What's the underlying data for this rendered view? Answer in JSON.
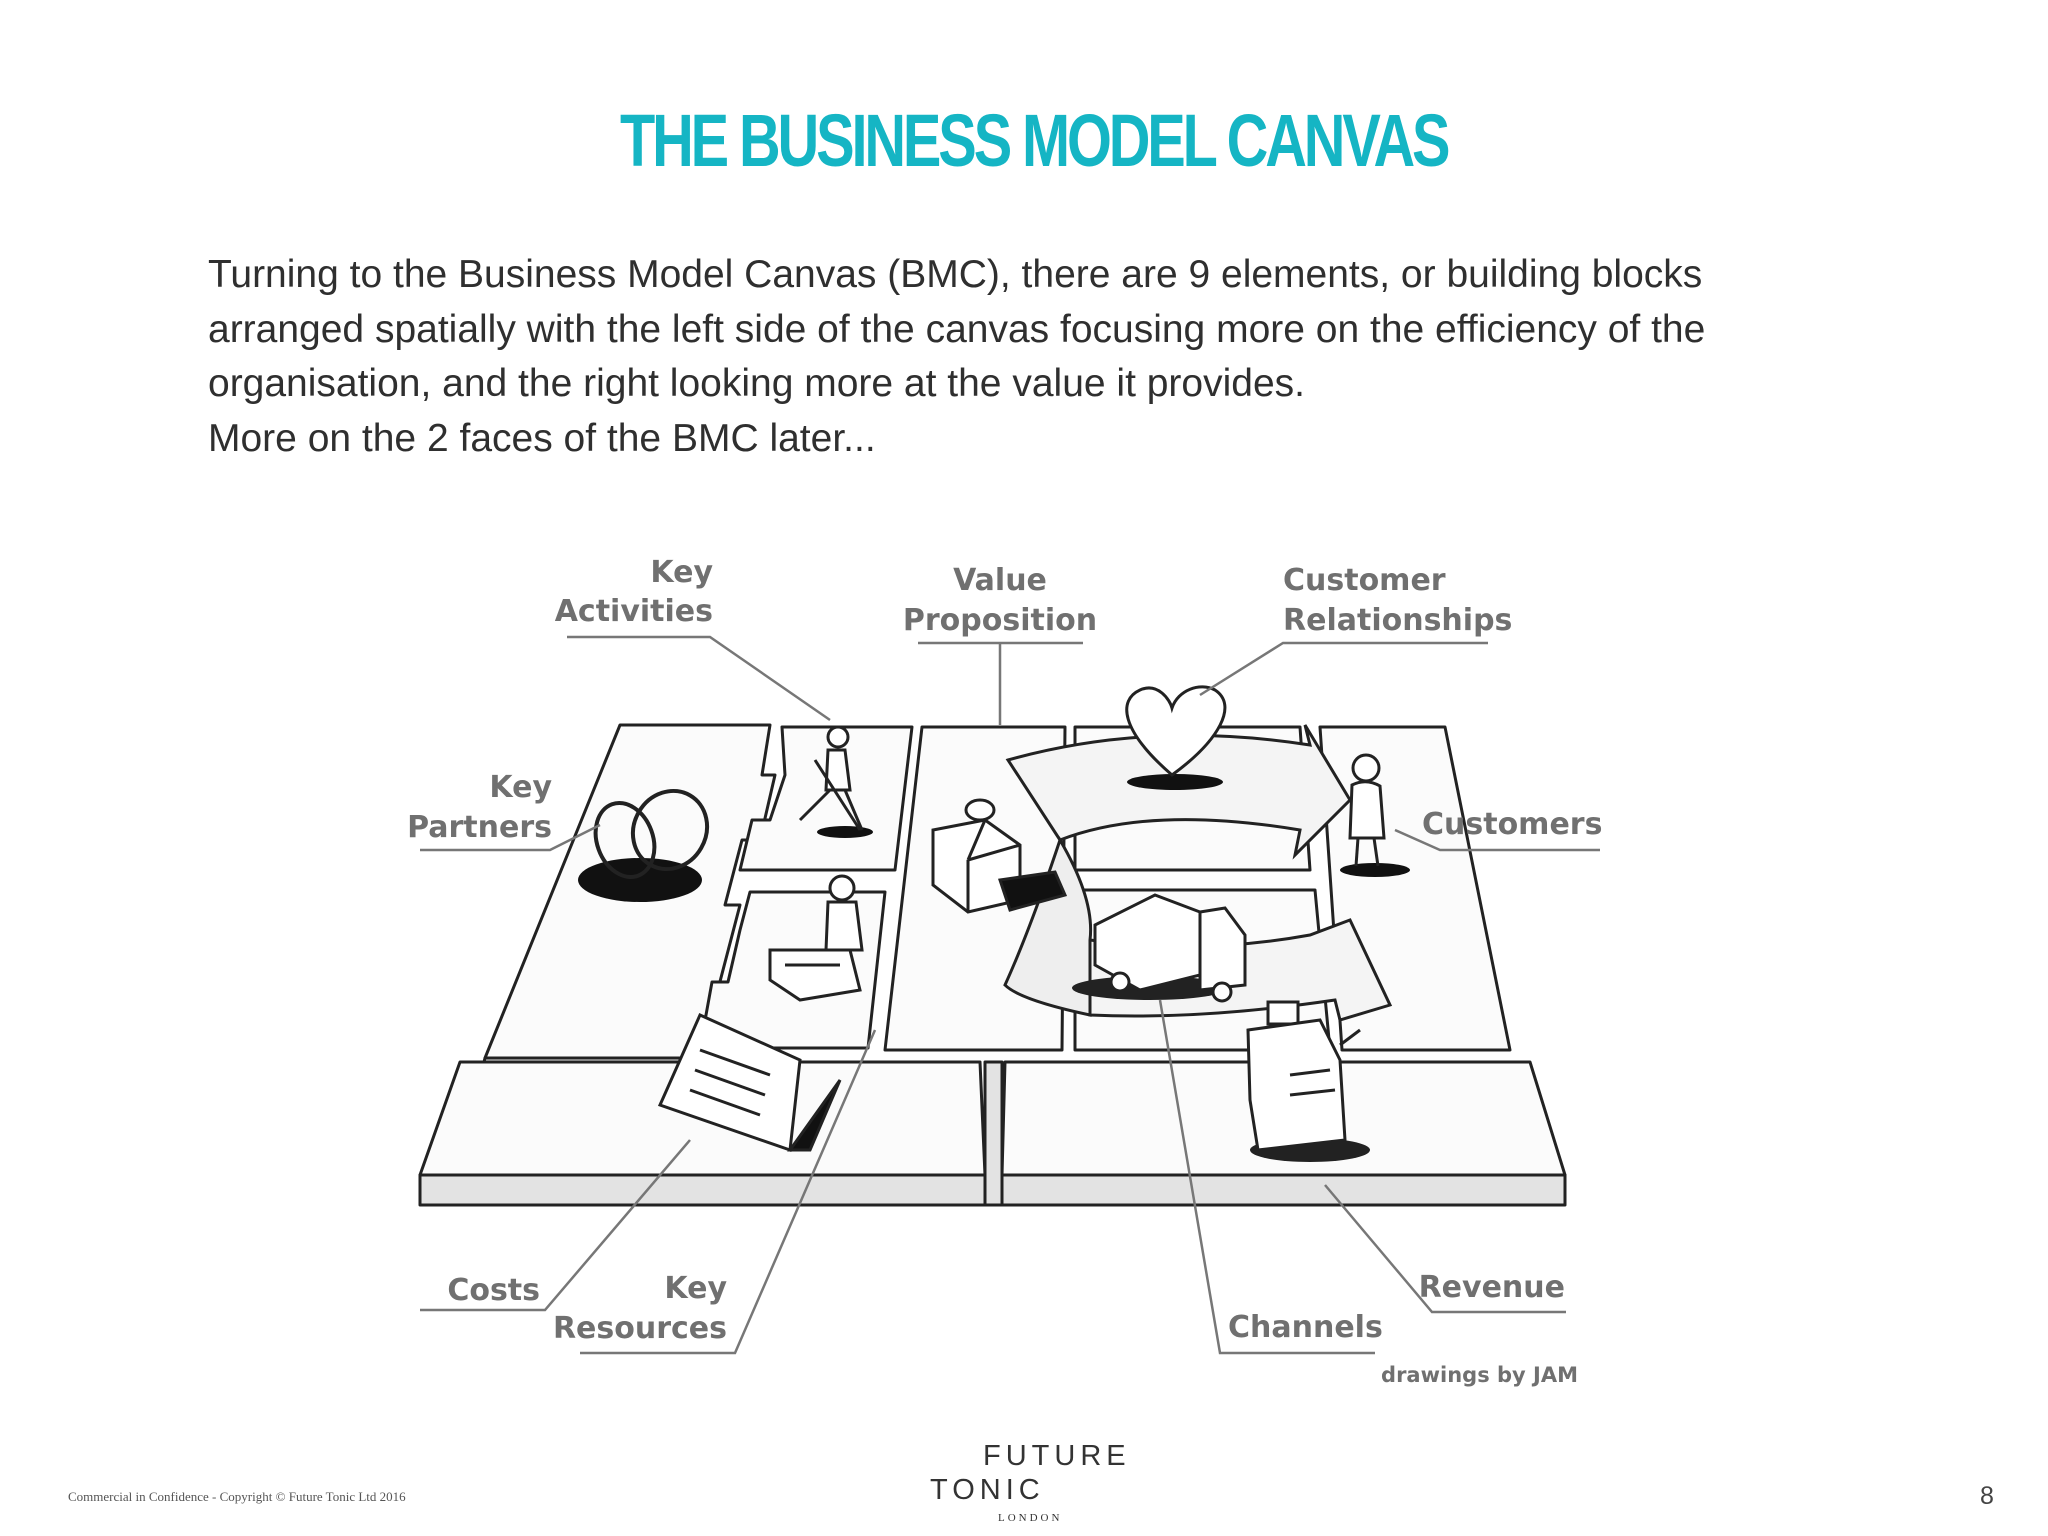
{
  "slide": {
    "title": "THE BUSINESS MODEL CANVAS",
    "intro_lines": [
      "Turning to the Business Model Canvas (BMC), there are 9 elements, or building blocks",
      "arranged spatially with the left side of the canvas focusing more on the efficiency of the",
      "organisation, and the right looking more at the value it provides.",
      "More on the 2 faces of the BMC later..."
    ],
    "page_number": "8"
  },
  "diagram": {
    "labels": {
      "key_activities": [
        "Key",
        "Activities"
      ],
      "value_proposition": [
        "Value",
        "Proposition"
      ],
      "customer_relationships": [
        "Customer",
        "Relationships"
      ],
      "key_partners": [
        "Key",
        "Partners"
      ],
      "customers": "Customers",
      "costs": "Costs",
      "key_resources": [
        "Key",
        "Resources"
      ],
      "channels": "Channels",
      "revenue": "Revenue"
    },
    "credit": "drawings by JAM",
    "line_color": "#707070",
    "sketch_color": "#222222"
  },
  "footer": {
    "confidentiality": "Commercial in Confidence  - Copyright © Future Tonic Ltd 2016",
    "logo": {
      "line1": "FUTURE",
      "line2": "TONIC",
      "line3": "LONDON"
    }
  },
  "colors": {
    "accent": "#15b5c4",
    "text": "#2f2f2f"
  }
}
